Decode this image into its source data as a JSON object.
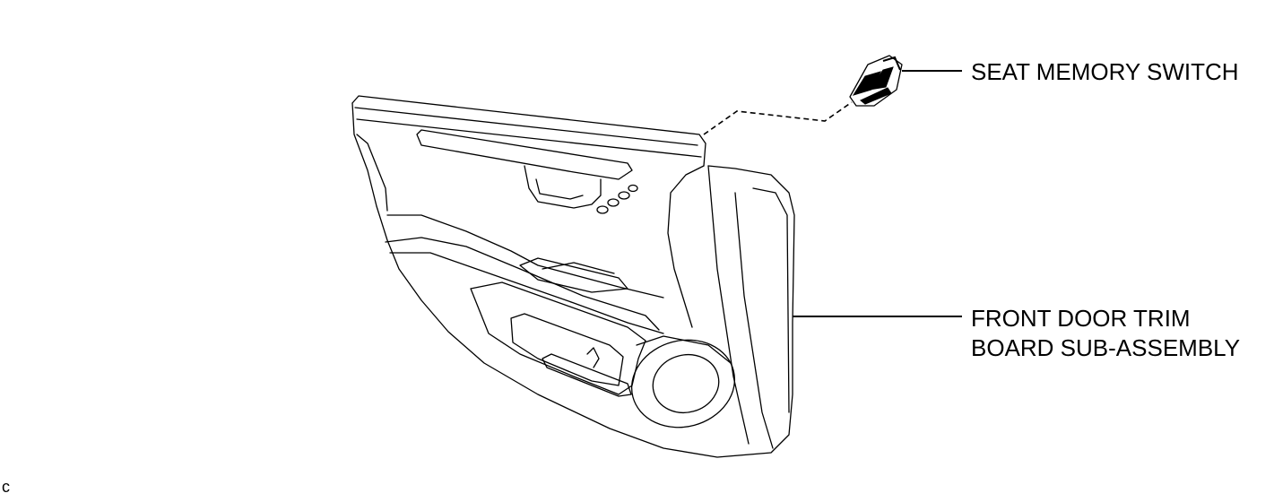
{
  "diagram": {
    "callouts": {
      "seat_memory_switch": "SEAT MEMORY SWITCH",
      "front_door_trim_line1": "FRONT DOOR TRIM",
      "front_door_trim_line2": "BOARD SUB-ASSEMBLY"
    },
    "corner_mark": "c"
  }
}
